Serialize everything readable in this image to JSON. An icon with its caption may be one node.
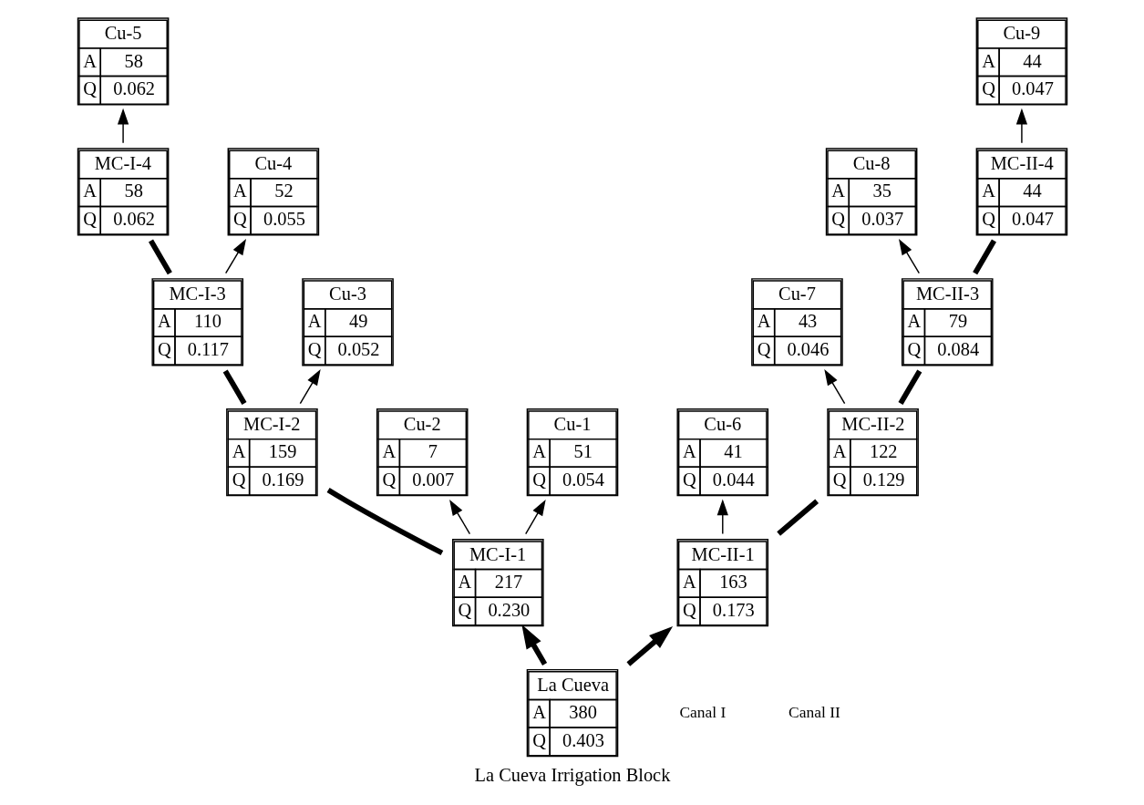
{
  "diagram": {
    "title": "La Cueva Irrigation Block",
    "nodes": [
      {
        "text": [
          "Cu-5",
          "A",
          "58",
          "Q",
          "0.062"
        ]
      },
      {
        "text": [
          "MC-I-4",
          "A",
          "58",
          "Q",
          "0.062"
        ]
      },
      {
        "text": [
          "Cu-4",
          "A",
          "52",
          "Q",
          "0.055"
        ]
      },
      {
        "text": [
          "MC-I-3",
          "A",
          "110",
          "Q",
          "0.117"
        ]
      },
      {
        "text": [
          "Cu-3",
          "A",
          "49",
          "Q",
          "0.052"
        ]
      },
      {
        "text": [
          "MC-I-2",
          "A",
          "159",
          "Q",
          "0.169"
        ]
      },
      {
        "text": [
          "Cu-2",
          "A",
          "7",
          "Q",
          "0.007"
        ]
      },
      {
        "text": [
          "Cu-1",
          "A",
          "51",
          "Q",
          "0.054"
        ]
      },
      {
        "text": [
          "Cu-9",
          "A",
          "44",
          "Q",
          "0.047"
        ]
      },
      {
        "text": [
          "Cu-8",
          "A",
          "35",
          "Q",
          "0.037"
        ]
      },
      {
        "text": [
          "Cu-7",
          "A",
          "43",
          "Q",
          "0.046"
        ]
      },
      {
        "text": [
          "Cu-6",
          "A",
          "41",
          "Q",
          "0.044"
        ]
      },
      {
        "text": [
          "MC-I-1",
          "A",
          "217",
          "Q",
          "0.230"
        ]
      },
      {
        "text": [
          "MC-II-4",
          "A",
          "44",
          "Q",
          "0.047"
        ]
      },
      {
        "text": [
          "MC-II-3",
          "A",
          "79",
          "Q",
          "0.084"
        ]
      },
      {
        "text": [
          "MC-II-2",
          "A",
          "122",
          "Q",
          "0.129"
        ]
      },
      {
        "text": [
          "MC-II-1",
          "A",
          "163",
          "Q",
          "0.173"
        ]
      },
      {
        "text": [
          "La Cueva",
          "A",
          "380",
          "Q",
          "0.403"
        ]
      }
    ],
    "edges": [
      {
        "from": 17,
        "to": 12,
        "arrow": "to",
        "style": "thick"
      },
      {
        "from": 17,
        "to": 16,
        "arrow": "to",
        "style": "thick"
      },
      {
        "from": 12,
        "to": 5,
        "arrow": "none",
        "style": "thick"
      },
      {
        "from": 12,
        "to": 6,
        "arrow": "to"
      },
      {
        "from": 12,
        "to": 7,
        "arrow": "to"
      },
      {
        "from": 5,
        "to": 3,
        "arrow": "none",
        "style": "thick"
      },
      {
        "from": 5,
        "to": 4,
        "arrow": "to"
      },
      {
        "from": 3,
        "to": 1,
        "arrow": "none",
        "style": "thick"
      },
      {
        "from": 3,
        "to": 2,
        "arrow": "to"
      },
      {
        "from": 1,
        "to": 0,
        "arrow": "to"
      },
      {
        "from": 16,
        "to": 15,
        "arrow": "none",
        "style": "thick"
      },
      {
        "from": 16,
        "to": 11,
        "arrow": "to"
      },
      {
        "from": 15,
        "to": 14,
        "arrow": "none",
        "style": "thick"
      },
      {
        "from": 15,
        "to": 10,
        "arrow": "to"
      },
      {
        "from": 14,
        "to": 13,
        "arrow": "none",
        "style": "thick"
      },
      {
        "from": 14,
        "to": 9,
        "arrow": "to"
      },
      {
        "from": 13,
        "to": 8,
        "arrow": "to"
      }
    ],
    "labels": [
      "Canal I",
      "Canal II"
    ]
  }
}
